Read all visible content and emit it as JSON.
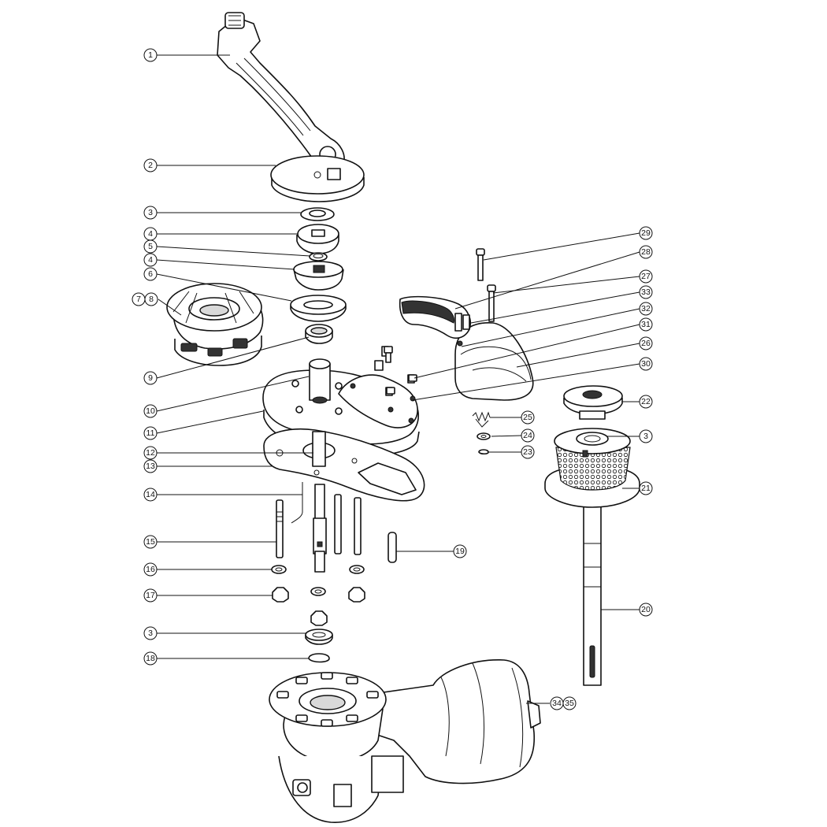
{
  "callouts": [
    {
      "id": "c1",
      "label": "1"
    },
    {
      "id": "c2",
      "label": "2"
    },
    {
      "id": "c3a",
      "label": "3"
    },
    {
      "id": "c4a",
      "label": "4"
    },
    {
      "id": "c5",
      "label": "5"
    },
    {
      "id": "c4b",
      "label": "4"
    },
    {
      "id": "c6",
      "label": "6"
    },
    {
      "id": "c7",
      "label": "7"
    },
    {
      "id": "c8",
      "label": "8"
    },
    {
      "id": "c9",
      "label": "9"
    },
    {
      "id": "c10",
      "label": "10"
    },
    {
      "id": "c11",
      "label": "11"
    },
    {
      "id": "c12",
      "label": "12"
    },
    {
      "id": "c13",
      "label": "13"
    },
    {
      "id": "c14",
      "label": "14"
    },
    {
      "id": "c15",
      "label": "15"
    },
    {
      "id": "c16",
      "label": "16"
    },
    {
      "id": "c17",
      "label": "17"
    },
    {
      "id": "c3b",
      "label": "3"
    },
    {
      "id": "c18",
      "label": "18"
    },
    {
      "id": "c19",
      "label": "19"
    },
    {
      "id": "c20",
      "label": "20"
    },
    {
      "id": "c21",
      "label": "21"
    },
    {
      "id": "c3c",
      "label": "3"
    },
    {
      "id": "c22",
      "label": "22"
    },
    {
      "id": "c23",
      "label": "23"
    },
    {
      "id": "c24",
      "label": "24"
    },
    {
      "id": "c25",
      "label": "25"
    },
    {
      "id": "c26",
      "label": "26"
    },
    {
      "id": "c30",
      "label": "30"
    },
    {
      "id": "c31",
      "label": "31"
    },
    {
      "id": "c32",
      "label": "32"
    },
    {
      "id": "c33",
      "label": "33"
    },
    {
      "id": "c27",
      "label": "27"
    },
    {
      "id": "c28",
      "label": "28"
    },
    {
      "id": "c29",
      "label": "29"
    },
    {
      "id": "c34",
      "label": "34"
    },
    {
      "id": "c35",
      "label": "35"
    }
  ]
}
